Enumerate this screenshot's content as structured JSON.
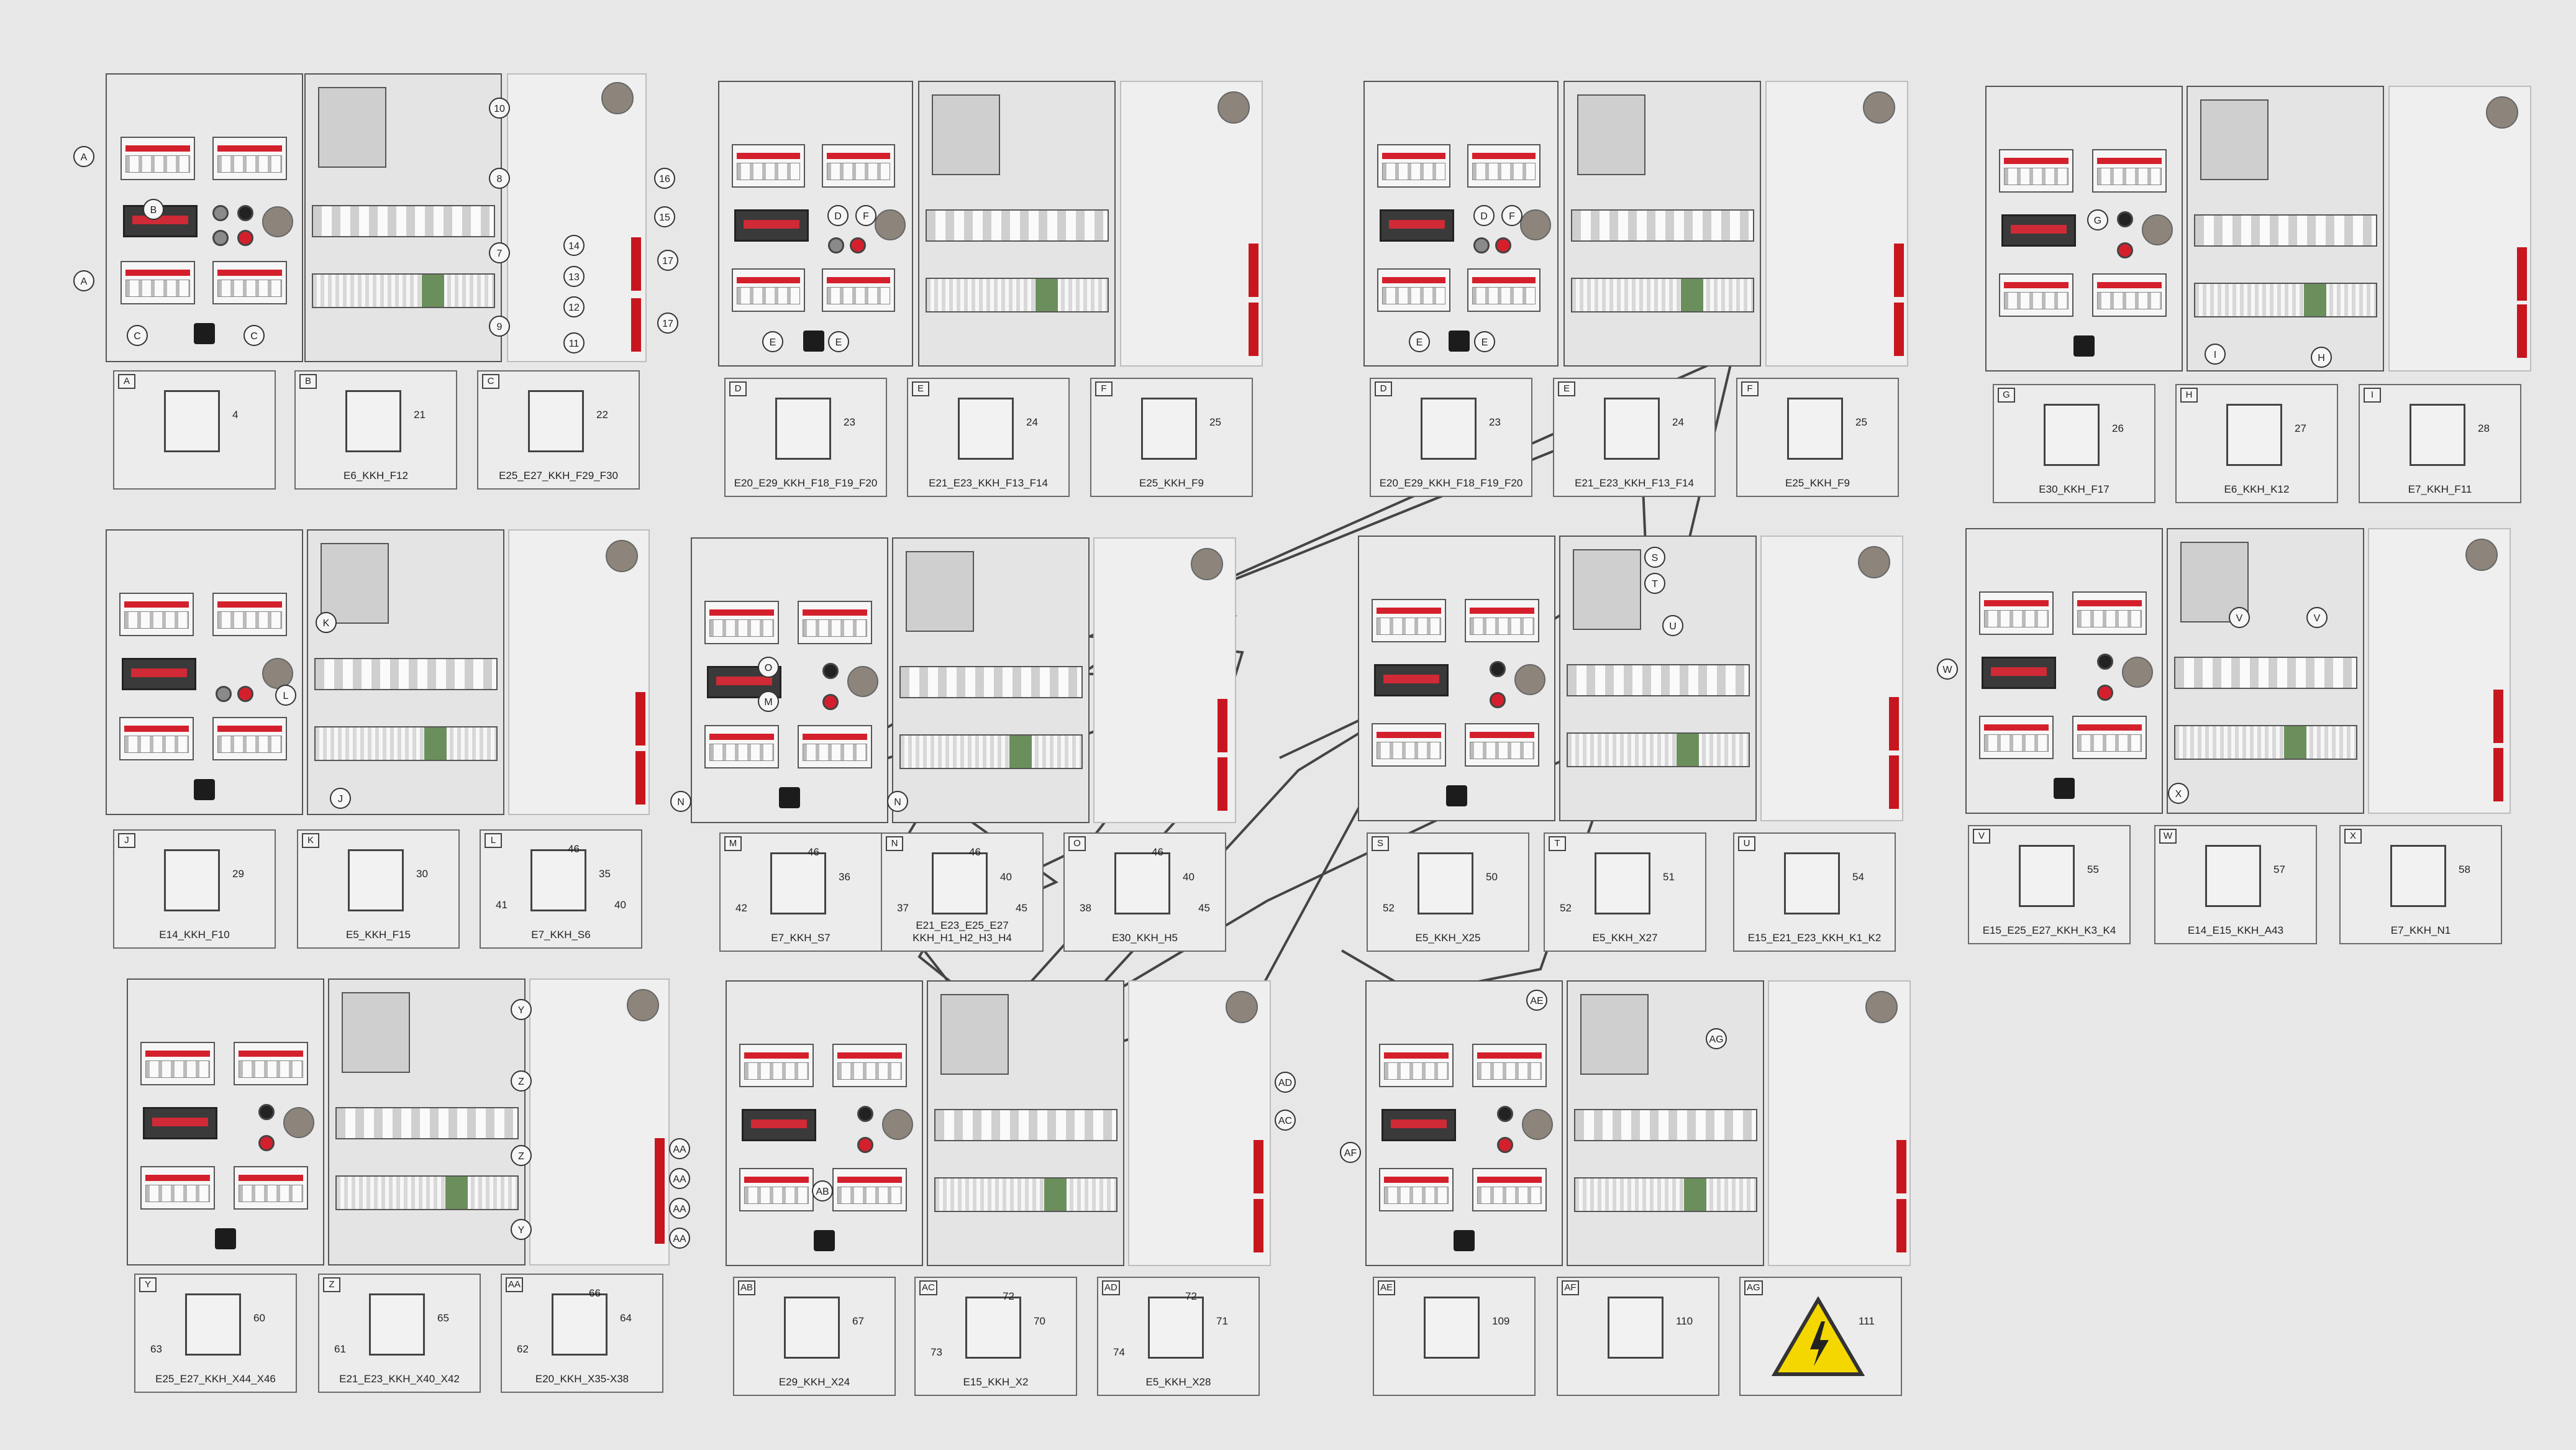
{
  "callouts": {
    "p1": {
      "a1": "A",
      "b": "B",
      "a2": "A",
      "c1": "C",
      "c2": "C",
      "n10": "10",
      "n8": "8",
      "n16": "16",
      "n15": "15",
      "n7": "7",
      "n14": "14",
      "n13": "13",
      "n17a": "17",
      "n12": "12",
      "n9": "9",
      "n11": "11",
      "n17b": "17"
    },
    "p2": {
      "d": "D",
      "f": "F",
      "e1": "E",
      "e2": "E"
    },
    "p3": {
      "d": "D",
      "f": "F",
      "e1": "E",
      "e2": "E"
    },
    "p4": {
      "g": "G",
      "i": "I",
      "h": "H"
    },
    "p5": {
      "k": "K",
      "l": "L",
      "j": "J"
    },
    "p6": {
      "o": "O",
      "m": "M",
      "n1": "N",
      "n2": "N"
    },
    "p7": {
      "s": "S",
      "t": "T",
      "u": "U"
    },
    "p8": {
      "w": "W",
      "v1": "V",
      "v2": "V",
      "x": "X"
    },
    "p9": {
      "y1": "Y",
      "z1": "Z",
      "z2": "Z",
      "y2": "Y",
      "aa1": "AA",
      "aa2": "AA",
      "aa3": "AA",
      "aa4": "AA"
    },
    "p10": {
      "ab": "AB",
      "ad": "AD",
      "ac": "AC"
    },
    "p11": {
      "ae": "AE",
      "ag": "AG",
      "af": "AF"
    }
  },
  "parts": [
    {
      "letter": "A",
      "caption": "",
      "num": "4"
    },
    {
      "letter": "B",
      "caption": "E6_KKH_F12",
      "num": "21"
    },
    {
      "letter": "C",
      "caption": "E25_E27_KKH_F29_F30",
      "num": "22"
    },
    {
      "letter": "D",
      "caption": "E20_E29_KKH_F18_F19_F20",
      "num": "23"
    },
    {
      "letter": "E",
      "caption": "E21_E23_KKH_F13_F14",
      "num": "24"
    },
    {
      "letter": "F",
      "caption": "E25_KKH_F9",
      "num": "25"
    },
    {
      "letter": "D",
      "caption": "E20_E29_KKH_F18_F19_F20",
      "num": "23"
    },
    {
      "letter": "E",
      "caption": "E21_E23_KKH_F13_F14",
      "num": "24"
    },
    {
      "letter": "F",
      "caption": "E25_KKH_F9",
      "num": "25"
    },
    {
      "letter": "G",
      "caption": "E30_KKH_F17",
      "num": "26"
    },
    {
      "letter": "H",
      "caption": "E6_KKH_K12",
      "num": "27"
    },
    {
      "letter": "I",
      "caption": "E7_KKH_F11",
      "num": "28"
    },
    {
      "letter": "J",
      "caption": "E14_KKH_F10",
      "num": "29"
    },
    {
      "letter": "K",
      "caption": "E5_KKH_F15",
      "num": "30"
    },
    {
      "letter": "L",
      "caption": "E7_KKH_S6",
      "num": "35",
      "num2": "41",
      "num3": "46",
      "num4": "40"
    },
    {
      "letter": "M",
      "caption": "E7_KKH_S7",
      "num": "36",
      "num2": "42",
      "num3": "46"
    },
    {
      "letter": "N",
      "caption": "E21_E23_E25_E27 KKH_H1_H2_H3_H4",
      "num": "40",
      "num2": "37",
      "num3": "46",
      "num4": "45"
    },
    {
      "letter": "O",
      "caption": "E30_KKH_H5",
      "num": "40",
      "num2": "38",
      "num3": "46",
      "num4": "45"
    },
    {
      "letter": "S",
      "caption": "E5_KKH_X25",
      "num": "50",
      "num2": "52"
    },
    {
      "letter": "T",
      "caption": "E5_KKH_X27",
      "num": "51",
      "num2": "52"
    },
    {
      "letter": "U",
      "caption": "E15_E21_E23_KKH_K1_K2",
      "num": "54"
    },
    {
      "letter": "V",
      "caption": "E15_E25_E27_KKH_K3_K4",
      "num": "55"
    },
    {
      "letter": "W",
      "caption": "E14_E15_KKH_A43",
      "num": "57"
    },
    {
      "letter": "X",
      "caption": "E7_KKH_N1",
      "num": "58"
    },
    {
      "letter": "Y",
      "caption": "E25_E27_KKH_X44_X46",
      "num": "60",
      "num2": "63"
    },
    {
      "letter": "Z",
      "caption": "E21_E23_KKH_X40_X42",
      "num": "65",
      "num2": "61"
    },
    {
      "letter": "AA",
      "caption": "E20_KKH_X35-X38",
      "num": "64",
      "num2": "62",
      "num3": "66"
    },
    {
      "letter": "AB",
      "caption": "E29_KKH_X24",
      "num": "67"
    },
    {
      "letter": "AC",
      "caption": "E15_KKH_X2",
      "num": "70",
      "num2": "73",
      "num3": "72"
    },
    {
      "letter": "AD",
      "caption": "E5_KKH_X28",
      "num": "71",
      "num2": "74",
      "num3": "72"
    },
    {
      "letter": "AE",
      "caption": "",
      "num": "109"
    },
    {
      "letter": "AF",
      "caption": "",
      "num": "110"
    },
    {
      "letter": "AG",
      "caption": "",
      "num": "111"
    }
  ],
  "colors": {
    "accent_red": "#d4202c",
    "panel_border": "#555555",
    "background": "#e7e7e7",
    "terminal_green": "#6b8f5c"
  }
}
